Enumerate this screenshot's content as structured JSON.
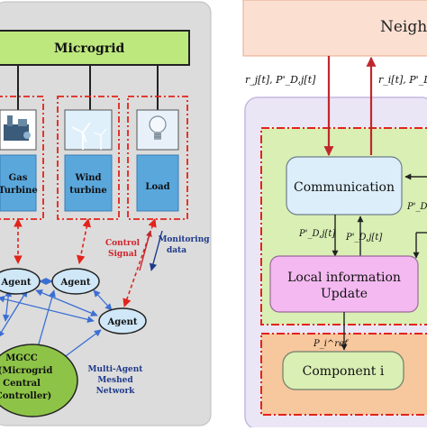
{
  "left": {
    "title": "Microgrid",
    "sources": [
      {
        "label_lines": [
          "Gas",
          "Turbine"
        ],
        "icon": "gas-turbine-icon"
      },
      {
        "label_lines": [
          "Wind",
          "turbine"
        ],
        "icon": "wind-turbine-icon"
      },
      {
        "label_lines": [
          "Load"
        ],
        "icon": "lightbulb-icon"
      }
    ],
    "control_signal": [
      "Control",
      "Signal"
    ],
    "monitoring_data": [
      "Monitoring",
      "data"
    ],
    "agents": [
      "Agent",
      "Agent",
      "Agent"
    ],
    "mgcc_lines": [
      "MGCC",
      "(Microgrid",
      "Central",
      "Controller)"
    ],
    "network_lines": [
      "Multi-Agent",
      "Meshed",
      "Network"
    ]
  },
  "right": {
    "neighbor": "Neigh",
    "edge_label_left": "r_j[t], P'_D,j[t]",
    "edge_label_right": "r_i[t], P'_D,",
    "communication": "Communication",
    "local_update_lines": [
      "Local information",
      "Update"
    ],
    "component": "Component i",
    "p_dj_left": "P'_D,j[t]",
    "p_dj_mid": "P'_D,j[t]",
    "p_side": "P'_D,j",
    "p_ref": "P_i^ref"
  },
  "colors": {
    "left_panel": "#dcdcdc",
    "microgrid_bar": "#bde87d",
    "agent_fill": "#cfe7f7",
    "mgcc_fill": "#8dc447",
    "neighbor_fill": "#fbe0d2",
    "outer_purple": "#ebe6f5",
    "green_region": "#d9efb4",
    "comm_box": "#dceefa",
    "local_box": "#f3b9f0",
    "orange_region": "#f7c79d",
    "dash_red": "#e2231a",
    "dark_red_arrow": "#c0272d",
    "blue_arrow": "#3b6fd4"
  }
}
